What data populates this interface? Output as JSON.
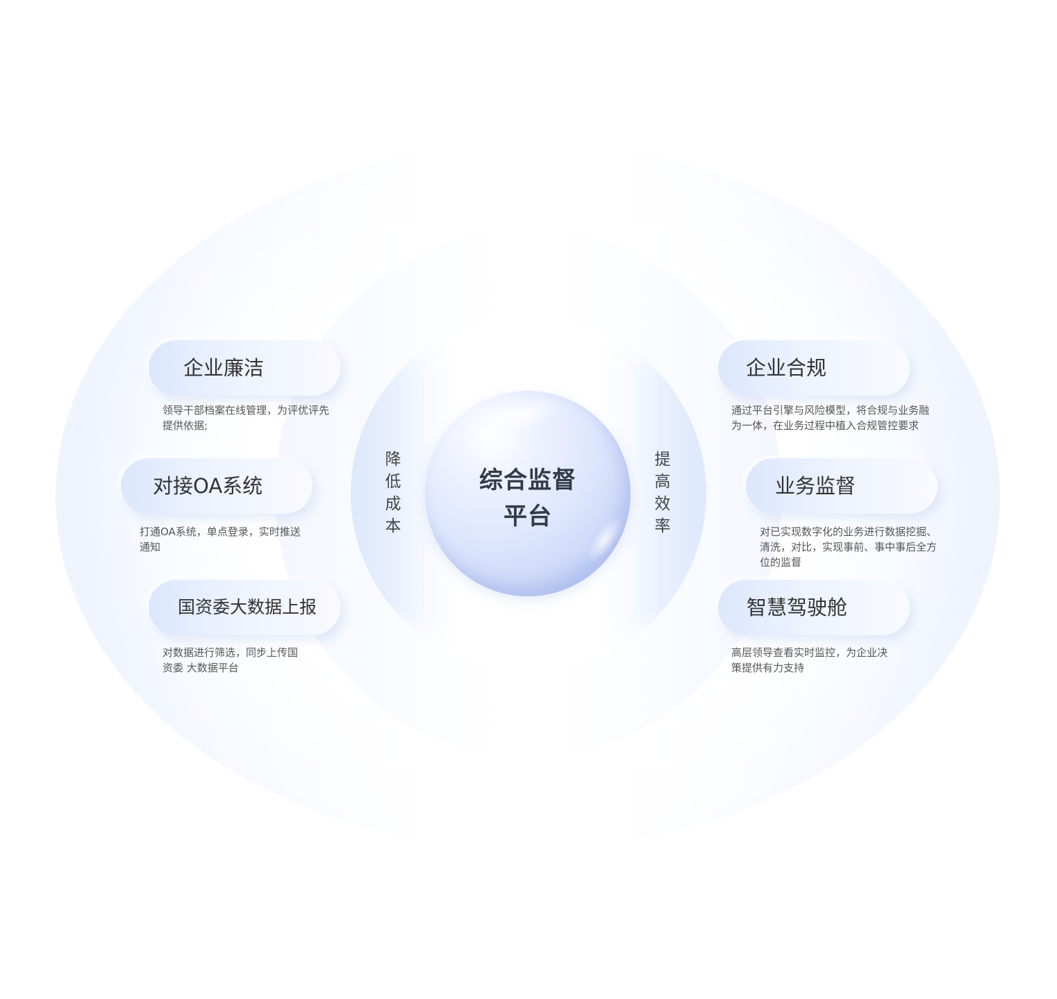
{
  "center": {
    "title_line1": "综合监督",
    "title_line2": "平台"
  },
  "left_axis": [
    "降",
    "低",
    "成",
    "本"
  ],
  "right_axis": [
    "提",
    "高",
    "效",
    "率"
  ],
  "left_items": [
    {
      "label": "企业廉洁",
      "desc_line1": "领导干部档案在线管理，为评优评先",
      "desc_line2": "提供依据;"
    },
    {
      "label": "对接OA系统",
      "desc_line1": "打通OA系统，单点登录，实时推送",
      "desc_line2": "通知"
    },
    {
      "label": "国资委大数据上报",
      "desc_line1": "对数据进行筛选，同步上传国",
      "desc_line2": "资委 大数据平台"
    }
  ],
  "right_items": [
    {
      "label": "企业合规",
      "desc_line1": "通过平台引擎与风险模型，将合规与业务融",
      "desc_line2": "为一体，在业务过程中植入合规管控要求"
    },
    {
      "label": "业务监督",
      "desc_line1": "对已实现数字化的业务进行数据挖掘、",
      "desc_line2": "清洗，对比，实现事前、事中事后全方",
      "desc_line3": "位的监督"
    },
    {
      "label": "智慧驾驶舱",
      "desc_line1": "高层领导查看实时监控，为企业决",
      "desc_line2": "策提供有力支持"
    }
  ]
}
